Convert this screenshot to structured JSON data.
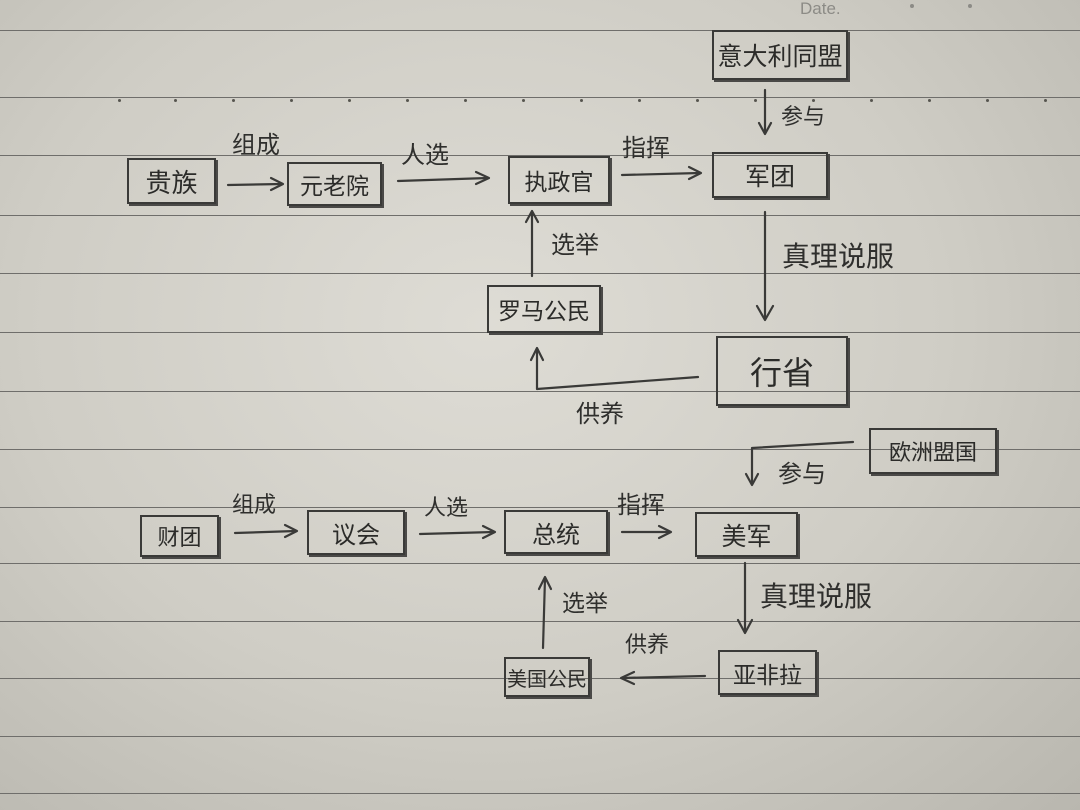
{
  "header": {
    "date_label": "Date."
  },
  "rome": {
    "nodes": {
      "italian_alliance": "意大利同盟",
      "nobles": "贵族",
      "senate": "元老院",
      "consul": "执政官",
      "legion": "军团",
      "roman_citizens": "罗马公民",
      "province": "行省"
    },
    "edges": {
      "participate": "参与",
      "compose": "组成",
      "elect": "人选",
      "command": "指挥",
      "vote": "选举",
      "persuade": "真理说服",
      "support": "供养"
    }
  },
  "america": {
    "nodes": {
      "european_allies": "欧洲盟国",
      "consortium": "财团",
      "congress": "议会",
      "president": "总统",
      "us_army": "美军",
      "us_citizens": "美国公民",
      "asia_africa_latin": "亚非拉"
    },
    "edges": {
      "participate": "参与",
      "compose": "组成",
      "elect": "人选",
      "command": "指挥",
      "vote": "选举",
      "persuade": "真理说服",
      "support": "供养"
    }
  }
}
